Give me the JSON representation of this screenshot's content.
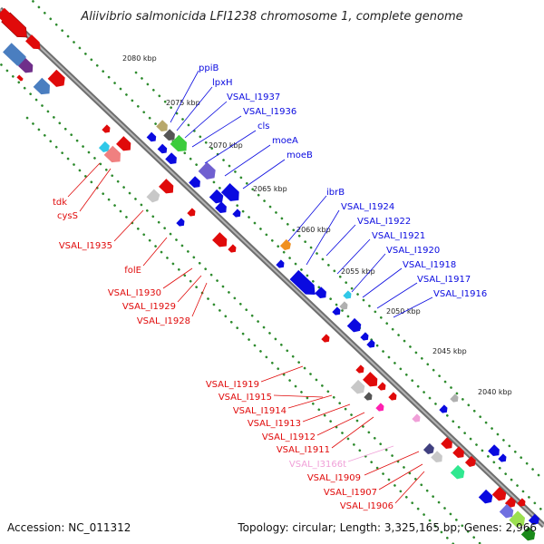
{
  "title": "Aliivibrio salmonicida LFI1238 chromosome 1, complete genome",
  "accession": "Accession: NC_011312",
  "topology": "Topology: circular; Length: 3,325,165 bp; Genes: 2,966",
  "colors": {
    "forward": "#0a0ae0",
    "reverse": "#e00a0a",
    "pseudogene": "#f0a0d8",
    "backbone": "#8c8c8c",
    "ticks": "#2e8b2e"
  },
  "ticks": [
    "2080 kbp",
    "2075 kbp",
    "2070 kbp",
    "2065 kbp",
    "2060 kbp",
    "2055 kbp",
    "2050 kbp",
    "2045 kbp",
    "2040 kbp"
  ],
  "forward_labels": [
    "ppiB",
    "lpxH",
    "VSAL_I1937",
    "VSAL_I1936",
    "cls",
    "moeA",
    "moeB",
    "ibrB",
    "VSAL_I1924",
    "VSAL_I1922",
    "VSAL_I1921",
    "VSAL_I1920",
    "VSAL_I1918",
    "VSAL_I1917",
    "VSAL_I1916"
  ],
  "reverse_labels": [
    "tdk",
    "cysS",
    "VSAL_I1935",
    "folE",
    "VSAL_I1930",
    "VSAL_I1929",
    "VSAL_I1928",
    "VSAL_I1919",
    "VSAL_I1915",
    "VSAL_I1914",
    "VSAL_I1913",
    "VSAL_I1912",
    "VSAL_I1911",
    "VSAL_I3166t",
    "VSAL_I1909",
    "VSAL_I1907",
    "VSAL_I1906"
  ]
}
